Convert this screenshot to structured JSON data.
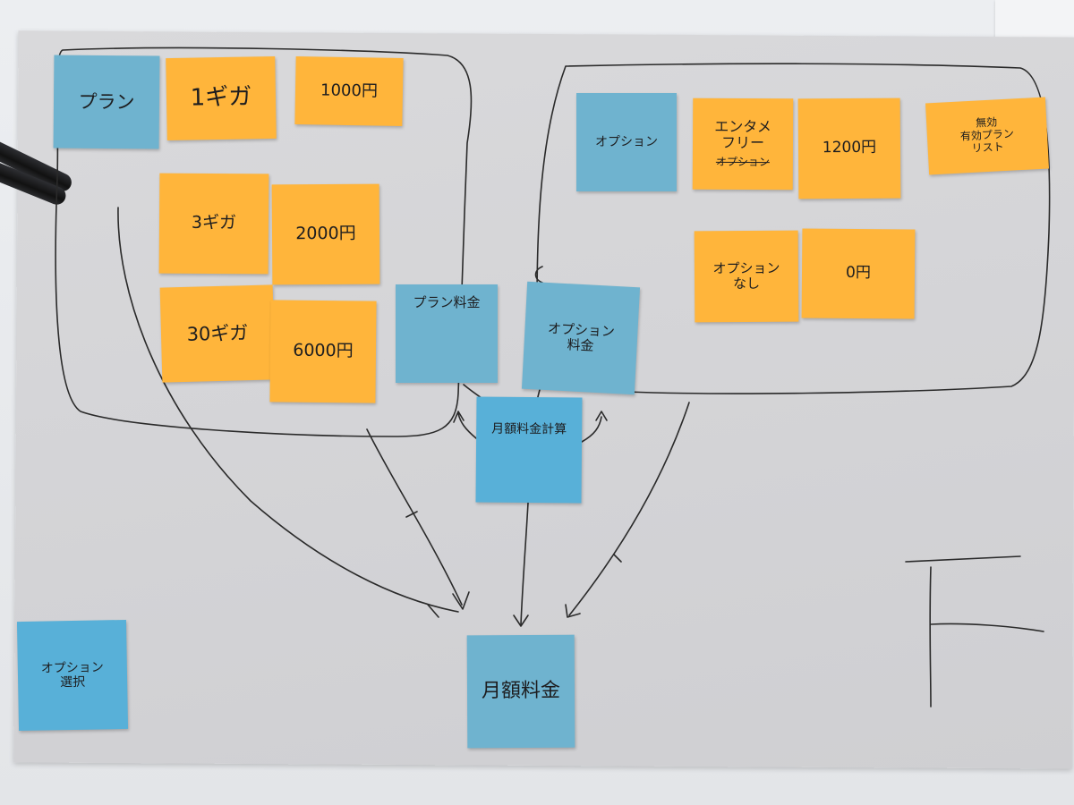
{
  "notes": {
    "plan": "プラン",
    "g1": "1ギガ",
    "p1000": "1000円",
    "g3": "3ギガ",
    "p2000": "2000円",
    "g30": "30ギガ",
    "p6000": "6000円",
    "plan_fee": "プラン料金",
    "option": "オプション",
    "enta": "エンタメ\nフリー",
    "enta_strike": "オプション",
    "p1200": "1200円",
    "invalid": "無効\n有効プラン\nリスト",
    "no_option": "オプション\nなし",
    "p0": "0円",
    "option_fee": "オプション\n料金",
    "calc": "月額料金計算",
    "select_option": "オプション\n選択",
    "monthly_fee": "月額料金"
  },
  "colors": {
    "blue_note": "#6fb3cf",
    "bright_blue_note": "#58b0d8",
    "orange_note": "#ffb53b"
  }
}
